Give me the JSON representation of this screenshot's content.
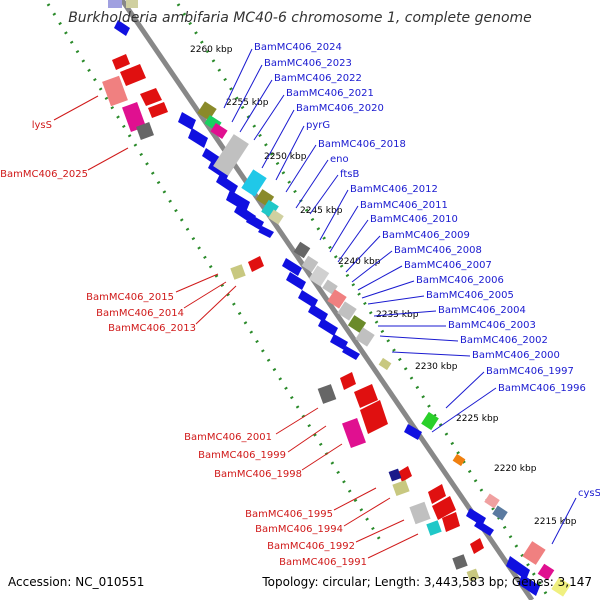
{
  "title": "Burkholderia ambifaria MC40-6 chromosome 1, complete genome",
  "footer": {
    "accession": "Accession: NC_010551",
    "topology": "Topology: circular; Length: 3,443,583 bp; Genes: 3,147"
  },
  "colors": {
    "forward_label": "#1a1ad0",
    "reverse_label": "#d01a1a",
    "forward_gene": "#1010e0",
    "reverse_gene": "#e01010",
    "backbone": "#888888",
    "tick_dots": "#2a8a2a"
  },
  "scale_marks": [
    "2215 kbp",
    "2220 kbp",
    "2225 kbp",
    "2230 kbp",
    "2235 kbp",
    "2240 kbp",
    "2245 kbp",
    "2250 kbp",
    "2255 kbp",
    "2260 kbp"
  ],
  "forward_labels": [
    "BamMC406_2024",
    "BamMC406_2023",
    "BamMC406_2022",
    "BamMC406_2021",
    "BamMC406_2020",
    "pyrG",
    "BamMC406_2018",
    "eno",
    "ftsB",
    "BamMC406_2012",
    "BamMC406_2011",
    "BamMC406_2010",
    "BamMC406_2009",
    "BamMC406_2008",
    "BamMC406_2007",
    "BamMC406_2006",
    "BamMC406_2005",
    "BamMC406_2004",
    "BamMC406_2003",
    "BamMC406_2002",
    "BamMC406_2000",
    "BamMC406_1997",
    "BamMC406_1996",
    "cysS"
  ],
  "reverse_labels": [
    "lysS",
    "BamMC406_2025",
    "BamMC406_2015",
    "BamMC406_2014",
    "BamMC406_2013",
    "BamMC406_2001",
    "BamMC406_1999",
    "BamMC406_1998",
    "BamMC406_1995",
    "BamMC406_1994",
    "BamMC406_1992",
    "BamMC406_1991"
  ]
}
